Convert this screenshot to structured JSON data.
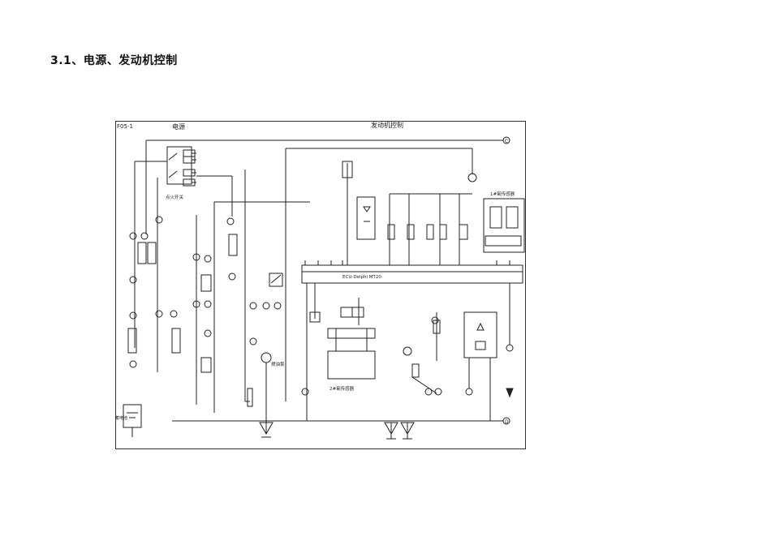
{
  "page": {
    "heading": "3.1、电源、发动机控制"
  },
  "diagram": {
    "figure_code": "F05-1",
    "section_power": "电源",
    "section_engine": "发动机控制",
    "labels": {
      "ignition_switch": "点火开关",
      "tank_sensor": "1#氧传感器",
      "ecu": "ECU-Delphi MT20",
      "oxygen_sensor_2": "2#氧传感器",
      "fuel_pump": "燃油泵",
      "battery": "蓄电池"
    },
    "terminals": [
      "C",
      "D"
    ]
  }
}
